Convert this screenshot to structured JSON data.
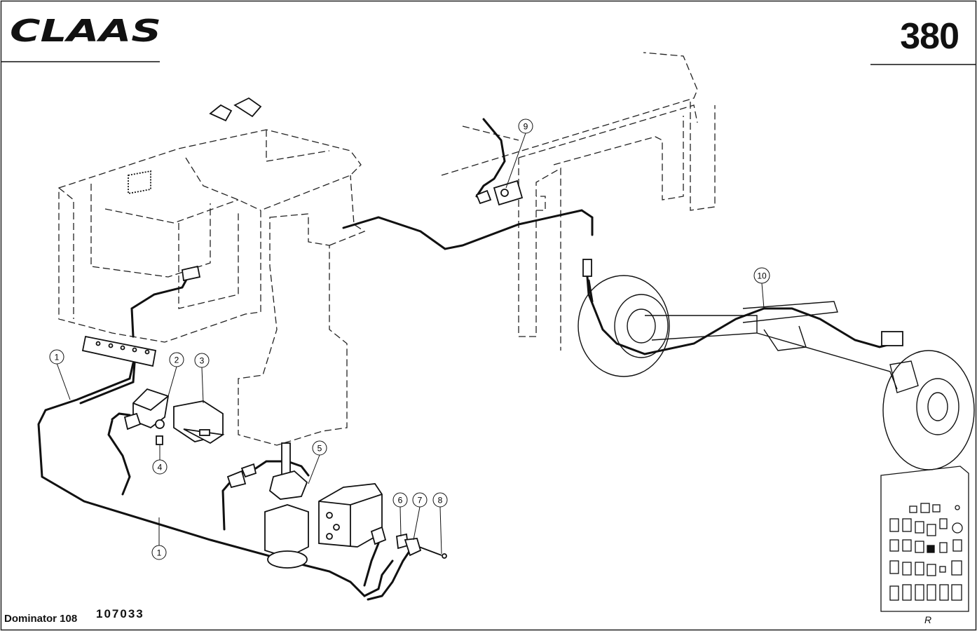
{
  "header": {
    "brand": "CLAAS",
    "page_number": "380"
  },
  "footer": {
    "model": "Dominator 108",
    "reference": "107033",
    "revision_mark": "R"
  },
  "callouts": [
    {
      "id": "1",
      "label": "1"
    },
    {
      "id": "1b",
      "label": "1"
    },
    {
      "id": "2",
      "label": "2"
    },
    {
      "id": "3",
      "label": "3"
    },
    {
      "id": "4",
      "label": "4"
    },
    {
      "id": "5",
      "label": "5"
    },
    {
      "id": "6",
      "label": "6"
    },
    {
      "id": "7",
      "label": "7"
    },
    {
      "id": "8",
      "label": "8"
    },
    {
      "id": "9",
      "label": "9"
    },
    {
      "id": "10",
      "label": "10"
    }
  ]
}
